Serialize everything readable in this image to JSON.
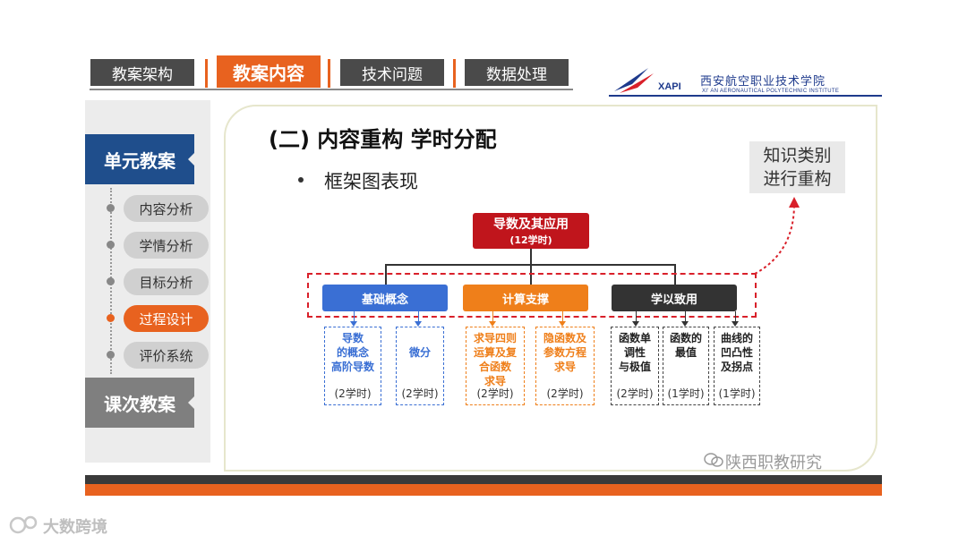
{
  "tabs": [
    {
      "label": "教案架构"
    },
    {
      "label": "教案内容"
    },
    {
      "label": "技术问题"
    },
    {
      "label": "数据处理"
    }
  ],
  "logo": {
    "abbr": "XAPI",
    "cn": "西安航空职业技术学院",
    "en": "XI' AN AERONAUTICAL POLYTECHNIC INSTITUTE"
  },
  "sidebar": {
    "unit_label": "单元教案",
    "items": [
      {
        "label": "内容分析"
      },
      {
        "label": "学情分析"
      },
      {
        "label": "目标分析"
      },
      {
        "label": "过程设计"
      },
      {
        "label": "评价系统"
      }
    ],
    "lesson_label": "课次教案"
  },
  "main": {
    "title": "(二) 内容重构  学时分配",
    "bullet": "框架图表现",
    "callout_line1": "知识类别",
    "callout_line2": "进行重构"
  },
  "chart": {
    "root_name": "导数及其应用",
    "root_hours": "(12学时)",
    "categories": [
      {
        "label": "基础概念",
        "color": "#3a6fd4"
      },
      {
        "label": "计算支撑",
        "color": "#ef7f1a"
      },
      {
        "label": "学以致用",
        "color": "#333333"
      }
    ],
    "leaves": [
      {
        "lines": [
          "导数",
          "的概念",
          "高阶导数"
        ],
        "hours": "(2学时)"
      },
      {
        "lines": [
          "微分"
        ],
        "hours": "(2学时)"
      },
      {
        "lines": [
          "求导四则",
          "运算及复",
          "合函数",
          "求导"
        ],
        "hours": "(2学时)"
      },
      {
        "lines": [
          "隐函数及",
          "参数方程",
          "求导"
        ],
        "hours": "(2学时)"
      },
      {
        "lines": [
          "函数单",
          "调性",
          "与极值"
        ],
        "hours": "(2学时)"
      },
      {
        "lines": [
          "函数的",
          "最值"
        ],
        "hours": "(1学时)"
      },
      {
        "lines": [
          "曲线的",
          "凹凸性",
          "及拐点"
        ],
        "hours": "(1学时)"
      }
    ]
  },
  "watermarks": {
    "wechat": "陕西职教研究",
    "site": "大数跨境"
  }
}
